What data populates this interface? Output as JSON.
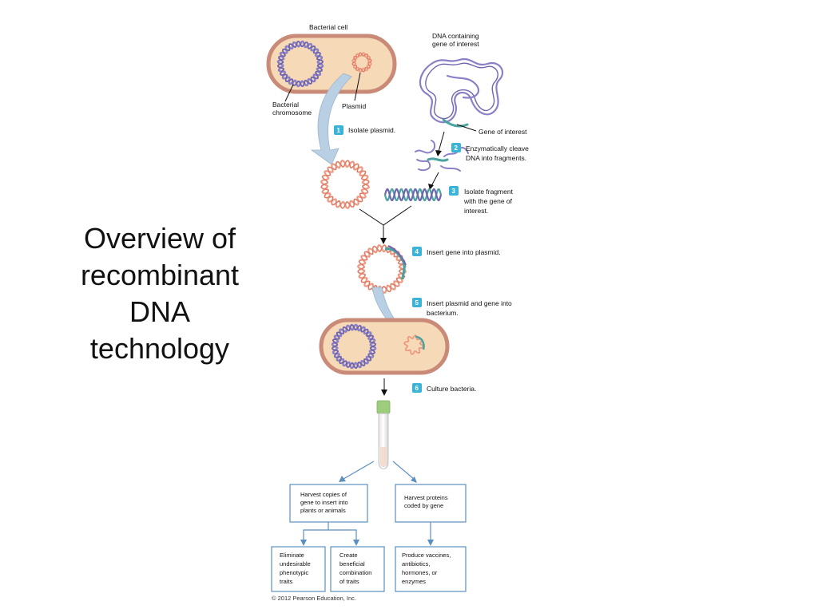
{
  "title_lines": [
    "Overview of",
    "recombinant",
    "DNA",
    "technology"
  ],
  "labels": {
    "bacterial_cell": "Bacterial cell",
    "dna_containing": [
      "DNA containing",
      "gene of interest"
    ],
    "bacterial_chromosome": [
      "Bacterial",
      "chromosome"
    ],
    "plasmid": "Plasmid",
    "gene_of_interest": "Gene of interest"
  },
  "steps": [
    {
      "num": "1",
      "lines": [
        "Isolate plasmid."
      ]
    },
    {
      "num": "2",
      "lines": [
        "Enzymatically cleave",
        "DNA into fragments."
      ]
    },
    {
      "num": "3",
      "lines": [
        "Isolate fragment",
        "with the gene of",
        "interest."
      ]
    },
    {
      "num": "4",
      "lines": [
        "Insert gene into plasmid."
      ]
    },
    {
      "num": "5",
      "lines": [
        "Insert plasmid and gene into",
        "bacterium."
      ]
    },
    {
      "num": "6",
      "lines": [
        "Culture bacteria."
      ]
    }
  ],
  "boxes": {
    "harvest_copies": [
      "Harvest copies of",
      "gene to insert into",
      "plants or animals"
    ],
    "harvest_proteins": [
      "Harvest proteins",
      "coded by gene"
    ],
    "eliminate": [
      "Eliminate",
      "undesirable",
      "phenotypic",
      "traits"
    ],
    "create": [
      "Create",
      "beneficial",
      "combination",
      "of traits"
    ],
    "produce": [
      "Produce vaccines,",
      "antibiotics,",
      "hormones, or",
      "enzymes"
    ]
  },
  "copyright": "© 2012 Pearson Education, Inc.",
  "colors": {
    "cell_fill": "#f6d9b6",
    "cell_border": "#c98a78",
    "chromosome": "#8a80c8",
    "plasmid": "#ec9a82",
    "gene": "#4aa3a0",
    "badge": "#3cb4d8",
    "arrow_fill": "#b9cfe3",
    "box_border": "#5a8fc0",
    "tube_cap": "#9ccc7c"
  }
}
